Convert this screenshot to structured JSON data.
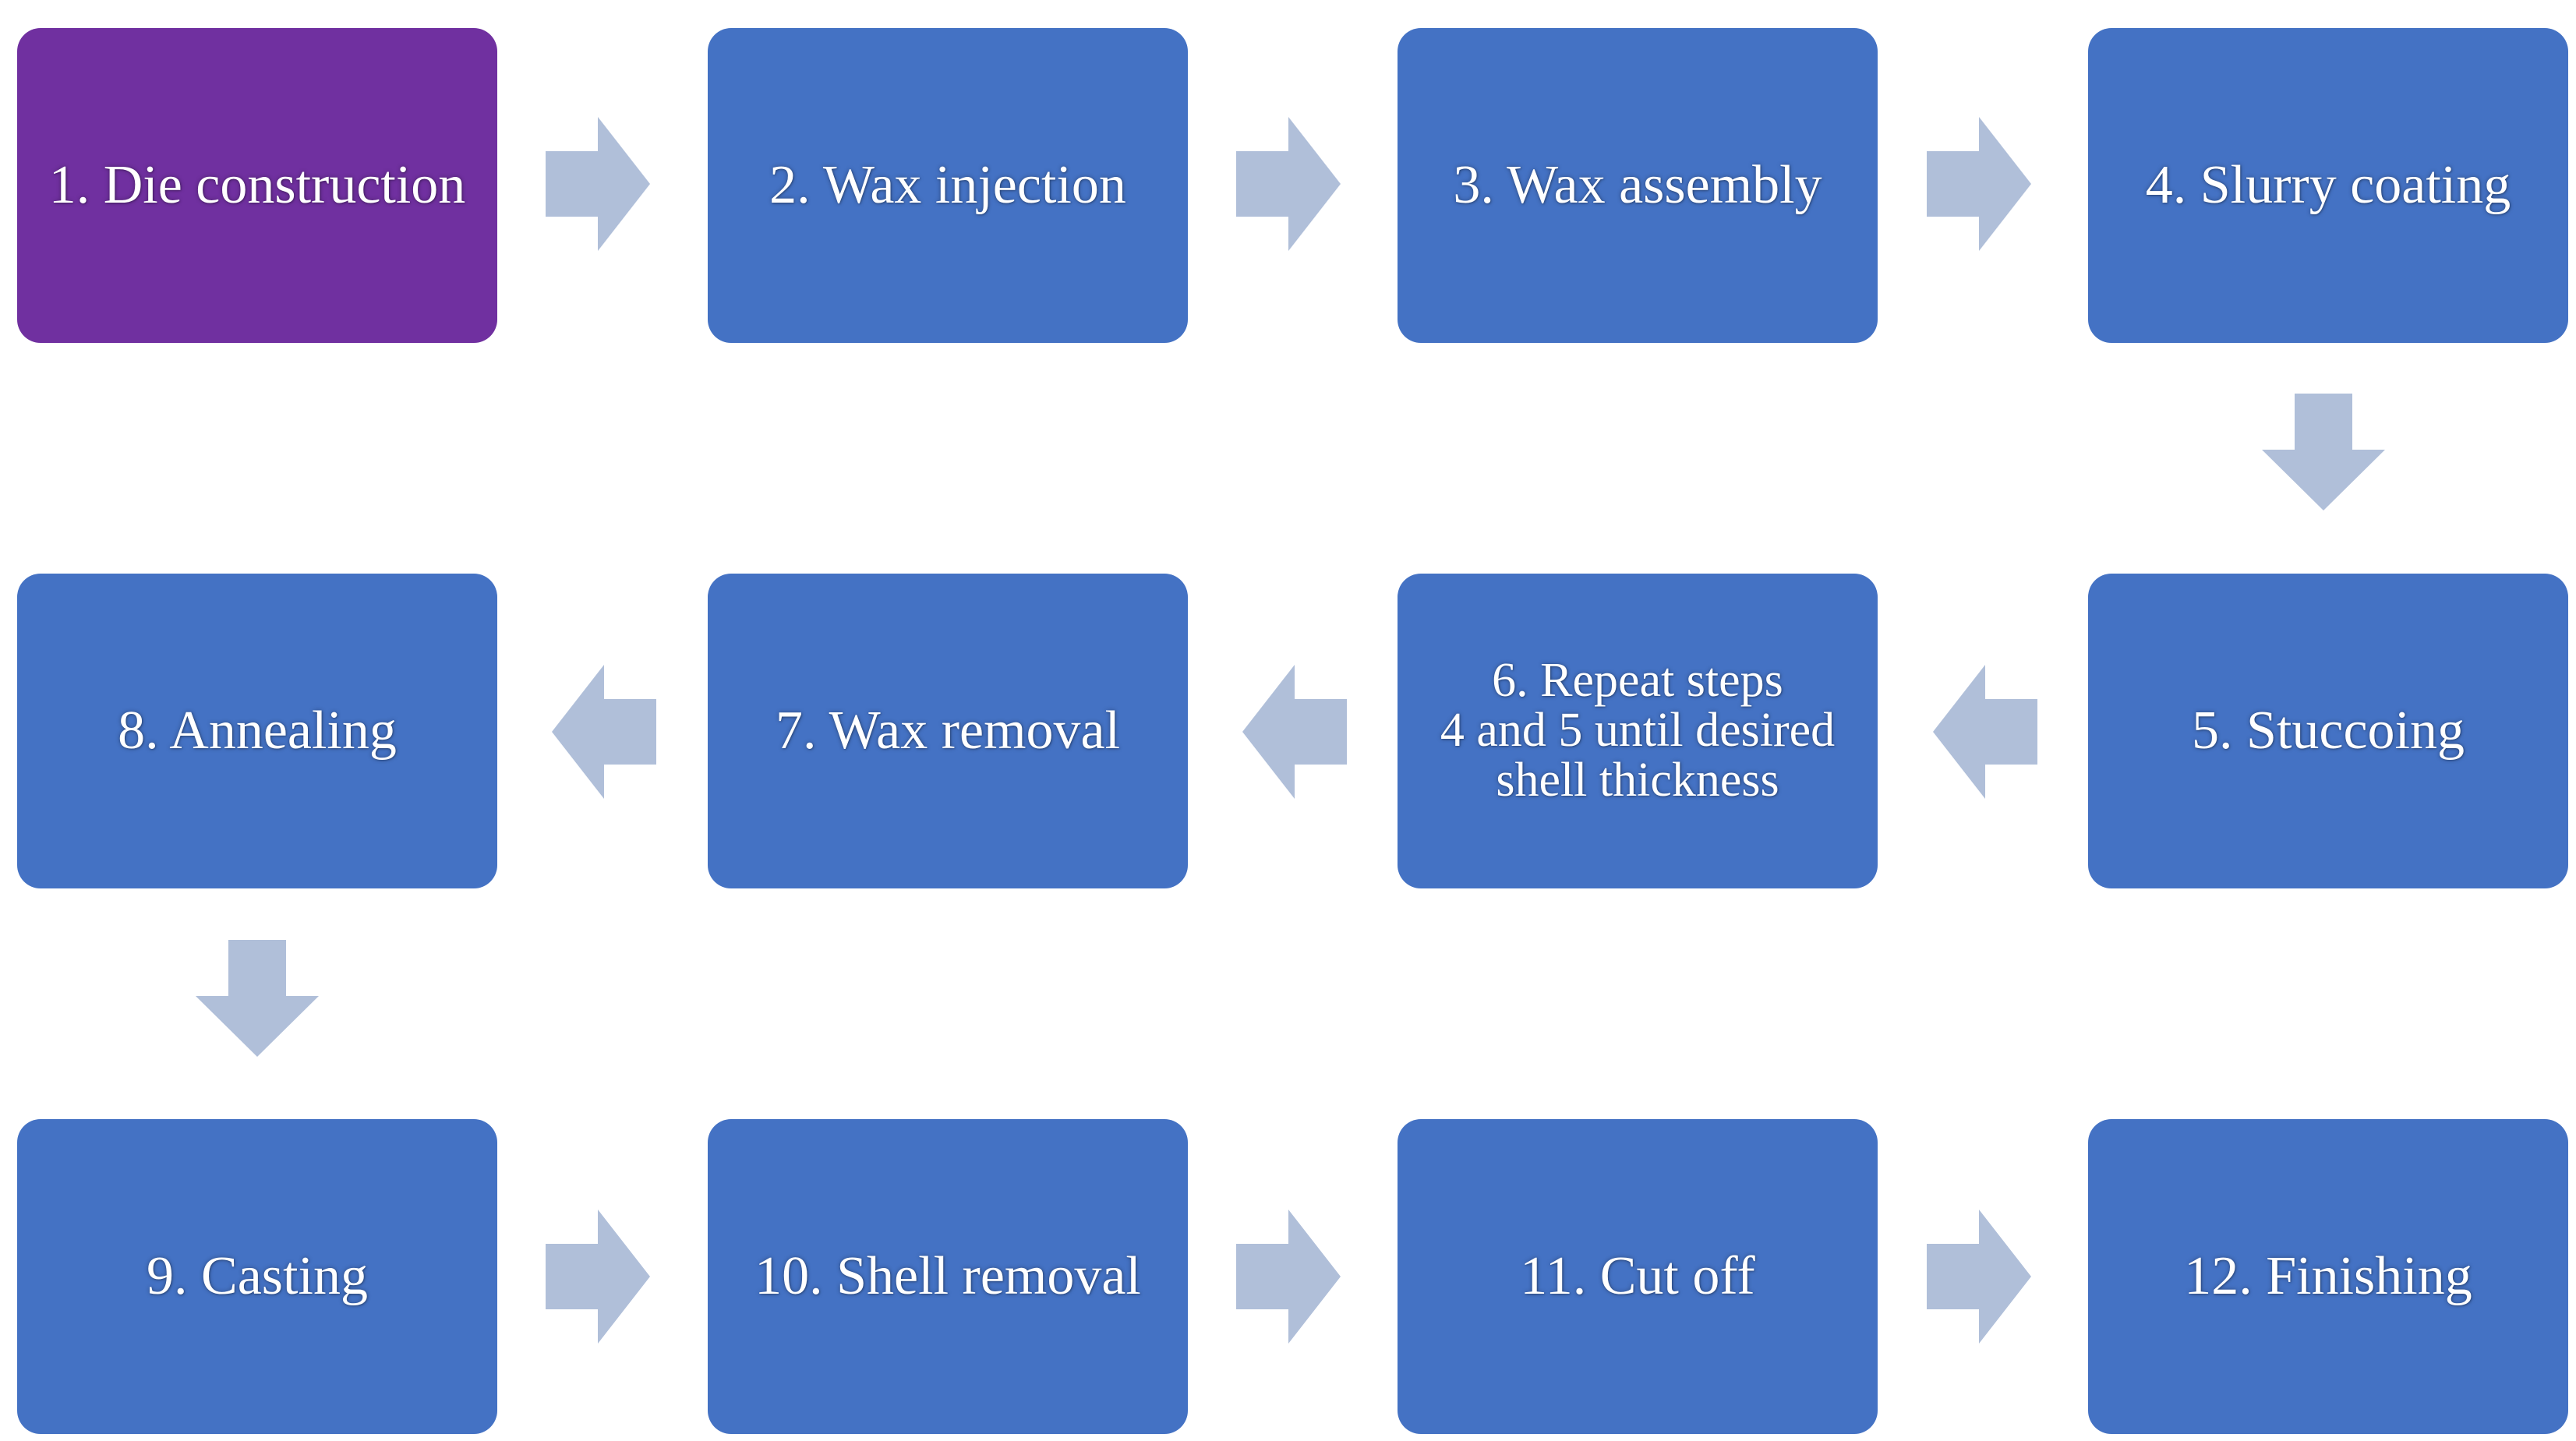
{
  "colors": {
    "step_fill": "#4472C4",
    "first_step_fill": "#7030A0",
    "arrow_fill": "#B0BFD9",
    "text": "#FFFFFF"
  },
  "steps": [
    {
      "label": "1. Die construction"
    },
    {
      "label": "2. Wax injection"
    },
    {
      "label": "3. Wax assembly"
    },
    {
      "label": "4. Slurry coating"
    },
    {
      "label": "5. Stuccoing"
    },
    {
      "label_lines": [
        "6. Repeat steps",
        "4 and 5 until desired",
        "shell thickness"
      ]
    },
    {
      "label": "7. Wax removal"
    },
    {
      "label": "8. Annealing"
    },
    {
      "label": "9. Casting"
    },
    {
      "label": "10. Shell removal"
    },
    {
      "label": "11. Cut off"
    },
    {
      "label": "12. Finishing"
    }
  ],
  "arrows": [
    {
      "from": 1,
      "to": 2,
      "direction": "right"
    },
    {
      "from": 2,
      "to": 3,
      "direction": "right"
    },
    {
      "from": 3,
      "to": 4,
      "direction": "right"
    },
    {
      "from": 4,
      "to": 5,
      "direction": "down"
    },
    {
      "from": 5,
      "to": 6,
      "direction": "left"
    },
    {
      "from": 6,
      "to": 7,
      "direction": "left"
    },
    {
      "from": 7,
      "to": 8,
      "direction": "left"
    },
    {
      "from": 8,
      "to": 9,
      "direction": "down"
    },
    {
      "from": 9,
      "to": 10,
      "direction": "right"
    },
    {
      "from": 10,
      "to": 11,
      "direction": "right"
    },
    {
      "from": 11,
      "to": 12,
      "direction": "right"
    }
  ]
}
